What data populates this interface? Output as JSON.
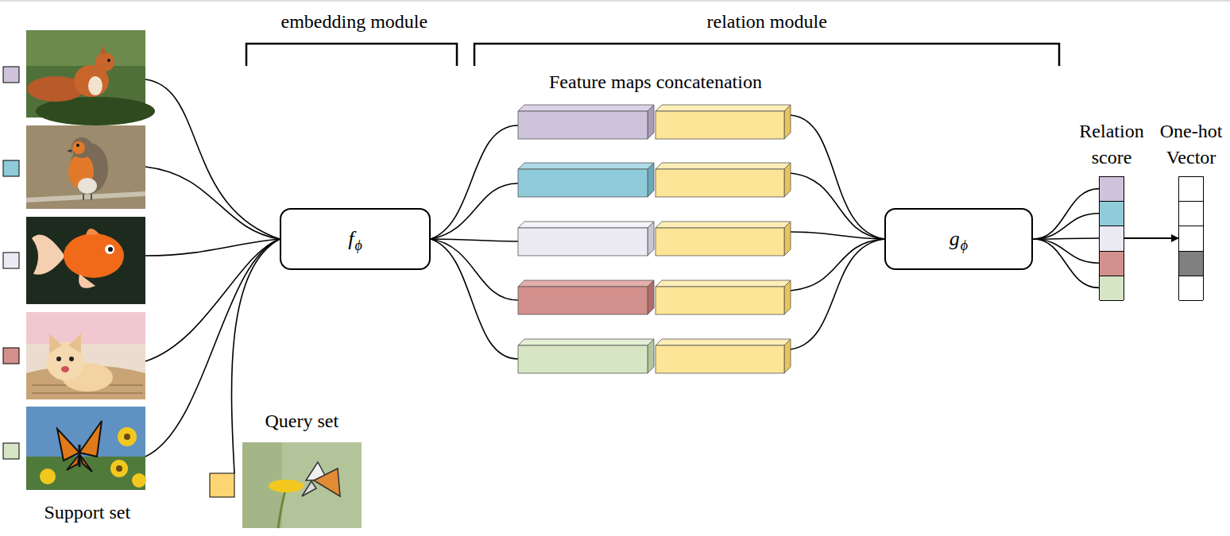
{
  "diagram": {
    "nodes": [
      {
        "text": [
          "f",
          "ϕ"
        ]
      },
      {
        "text": [
          "g",
          "ϕ"
        ]
      },
      {
        "text": [
          "Relation score"
        ]
      },
      {
        "text": [
          "One-hot Vector"
        ]
      }
    ],
    "edges": [
      {
        "from": 1,
        "to": 2,
        "arrow": "none"
      },
      {
        "from": 1,
        "to": 2,
        "arrow": "none"
      },
      {
        "from": 1,
        "to": 2,
        "arrow": "none"
      },
      {
        "from": 1,
        "to": 2,
        "arrow": "none"
      },
      {
        "from": 1,
        "to": 2,
        "arrow": "none"
      },
      {
        "from": 2,
        "to": 3,
        "arrow": "to"
      }
    ],
    "labels": [
      "embedding module",
      "relation module",
      "Feature maps concatenation",
      "Support set",
      "Query set"
    ]
  }
}
